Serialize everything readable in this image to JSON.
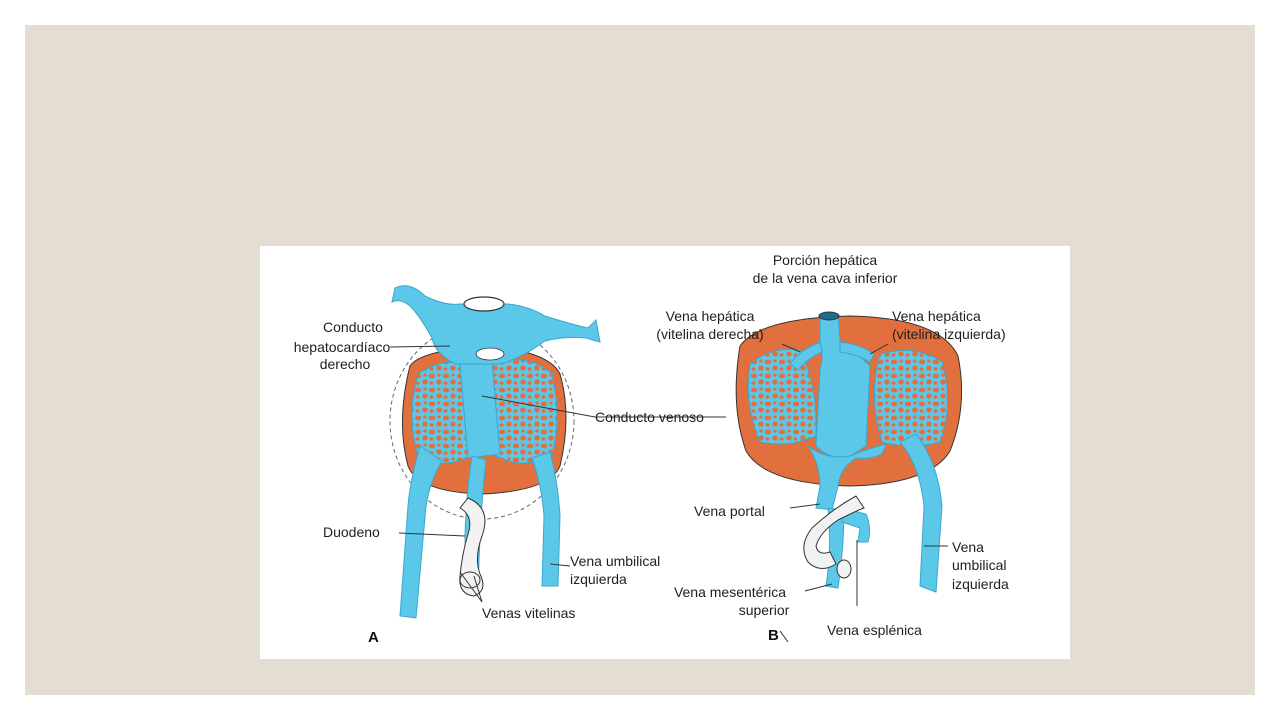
{
  "slide": {
    "background": "#e4ddd1"
  },
  "diagram": {
    "colors": {
      "liver": "#e2703f",
      "vein": "#5bc8ea",
      "vein_outline": "#3aa8cc",
      "gut": "#f2f2f2",
      "outline": "#333333"
    },
    "panel_a": {
      "label": "A",
      "labels": {
        "hepatocardiac_line1": "Conducto",
        "hepatocardiac_line2": "hepatocardíaco",
        "hepatocardiac_line3": "derecho",
        "ductus_venosus": "Conducto venoso",
        "duodenum": "Duodeno",
        "umbilical_line1": "Vena umbilical",
        "umbilical_line2": "izquierda",
        "vitelline": "Venas vitelinas"
      }
    },
    "panel_b": {
      "label": "B",
      "labels": {
        "ivc_line1": "Porción hepática",
        "ivc_line2": "de la vena cava inferior",
        "hep_right_line1": "Vena hepática",
        "hep_right_line2": "(vitelina derecha)",
        "hep_left_line1": "Vena hepática",
        "hep_left_line2": "(vitelina izquierda)",
        "portal": "Vena portal",
        "umbilical_line1": "Vena",
        "umbilical_line2": "umbilical",
        "umbilical_line3": "izquierda",
        "sup_mesenteric_line1": "Vena mesentérica",
        "sup_mesenteric_line2": "superior",
        "splenic": "Vena esplénica"
      }
    }
  }
}
